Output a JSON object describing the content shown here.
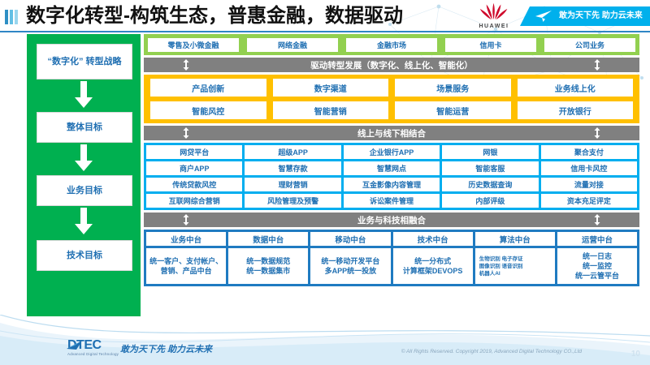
{
  "header": {
    "title": "数字化转型-构筑生态，普惠金融，数据驱动",
    "brand": "HUAWEI",
    "ribbon_text": "敢为天下先 助力云未来"
  },
  "colors": {
    "green_sidebar": "#00B050",
    "green_top_bar": "#92D050",
    "orange": "#FFC000",
    "blue": "#00AEEF",
    "dark_blue": "#1F7BC1",
    "gray_bar": "#808080",
    "text_blue": "#1F6FB2"
  },
  "left_column": {
    "steps": [
      {
        "label": "“数字化”\n转型战略"
      },
      {
        "label": "整体目标"
      },
      {
        "label": "业务目标"
      },
      {
        "label": "技术目标"
      }
    ]
  },
  "business_lines": {
    "items": [
      "零售及小微金融",
      "网络金融",
      "金融市场",
      "信用卡",
      "公司业务"
    ]
  },
  "dividers": {
    "drive": "驱动转型发展（数字化、线上化、智能化）",
    "online_offline": "线上与线下相结合",
    "business_tech": "业务与科技相融合"
  },
  "orange_panel": {
    "rows": [
      [
        "产品创新",
        "数字渠道",
        "场景服务",
        "业务线上化"
      ],
      [
        "智能风控",
        "智能营销",
        "智能运营",
        "开放银行"
      ]
    ]
  },
  "blue_panel": {
    "rows": [
      [
        "网贷平台",
        "超级APP",
        "企业银行APP",
        "网银",
        "聚合支付"
      ],
      [
        "商户APP",
        "智慧存款",
        "智慧网点",
        "智能客服",
        "信用卡风控"
      ],
      [
        "传统贷款风控",
        "理财营销",
        "互金影像内容管理",
        "历史数据查询",
        "流量对接"
      ],
      [
        "互联网综合营销",
        "风险管理及预警",
        "诉讼案件管理",
        "内部评级",
        "资本充足评定"
      ]
    ]
  },
  "platform_panel": {
    "columns": [
      {
        "head": "业务中台",
        "body": "统一客户、支付帐户、营销、产品中台",
        "small": false
      },
      {
        "head": "数据中台",
        "body": "统一数据规范\n统一数据集市",
        "small": false
      },
      {
        "head": "移动中台",
        "body": "统一移动开发平台\n多APP统一投放",
        "small": false
      },
      {
        "head": "技术中台",
        "body": "统一分布式\n计算框架DEVOPS",
        "small": false
      },
      {
        "head": "算法中台",
        "body": "生物识别 电子存证\n图像识别 语音识别\n机器人AI",
        "small": true
      },
      {
        "head": "运营中台",
        "body": "统一日志\n统一监控\n统一云管平台",
        "small": false
      }
    ]
  },
  "footer": {
    "logo_main": "DTEC",
    "logo_sub": "Advanced Digital Technology",
    "slogan": "敢为天下先  助力云未来",
    "copyright": "© All Rights Reserved. Copyright 2019, Advanced Digital Technology CO.,Ltd",
    "page_number": "10"
  }
}
